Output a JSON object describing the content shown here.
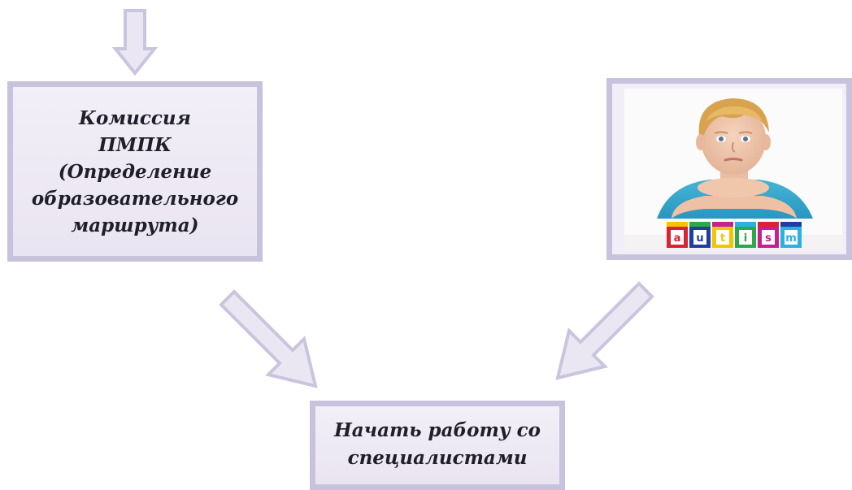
{
  "boxes": {
    "commission": "Комиссия\nПМПК\n(Определение\nобразовательного\nмаршрута)",
    "start_work": "Начать работу со\nспециалистами"
  },
  "photo": {
    "cube_letters": [
      "a",
      "u",
      "t",
      "i",
      "s",
      "m"
    ],
    "cube_colors": [
      "#d9232e",
      "#1f3f9e",
      "#f2c500",
      "#2aa84a",
      "#c4208f",
      "#2bb0e2"
    ]
  },
  "colors": {
    "arrow_fill": "#ebe7f2",
    "arrow_stroke": "#cbc4de",
    "box_border": "#c9c2dc",
    "box_fill": "#ece8f3"
  },
  "icons": [
    "arrow-down-icon",
    "arrow-down-right-icon",
    "arrow-down-left-icon"
  ]
}
